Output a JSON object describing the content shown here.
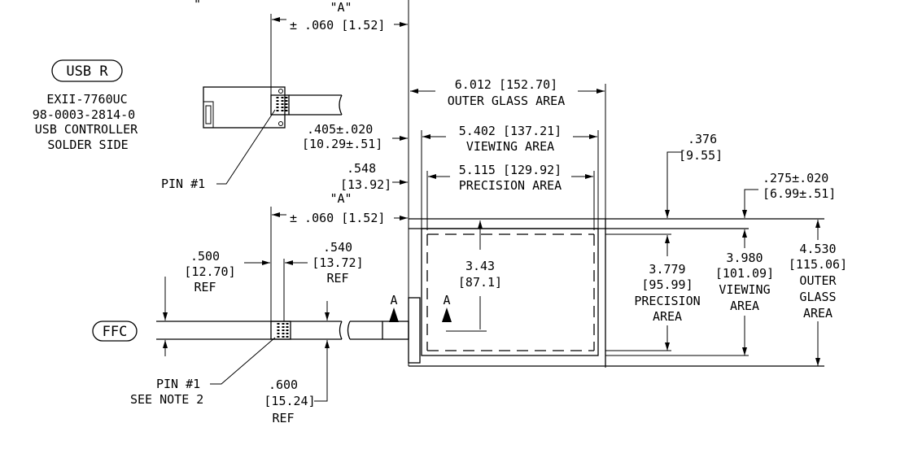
{
  "usb": {
    "label": "USB R",
    "part_number": "EXII-7760UC",
    "drawing_number": "98-0003-2814-0",
    "description_1": "USB CONTROLLER",
    "description_2": "SOLDER SIDE",
    "pin_label": "PIN #1"
  },
  "ffc": {
    "label": "FFC",
    "pin_label": "PIN #1",
    "note": "SEE NOTE 2"
  },
  "dims": {
    "top_quote": "\"",
    "a_top": "\"A\"",
    "a_top_tol": "± .060 [1.52]",
    "d405": ".405±.020",
    "d405_mm": "[10.29±.51]",
    "d548": ".548",
    "d548_mm": "[13.92]",
    "a_mid": "\"A\"",
    "a_mid_tol": "± .060 [1.52]",
    "outer_w": "6.012 [152.70]",
    "outer_w_label": "OUTER GLASS AREA",
    "view_w": "5.402 [137.21]",
    "view_w_label": "VIEWING AREA",
    "prec_w": "5.115 [129.92]",
    "prec_w_label": "PRECISION AREA",
    "d376": ".376",
    "d376_mm": "[9.55]",
    "d275": ".275±.020",
    "d275_mm": "[6.99±.51]",
    "d500": ".500",
    "d500_mm": "[12.70]",
    "d500_ref": "REF",
    "d540": ".540",
    "d540_mm": "[13.72]",
    "d540_ref": "REF",
    "d600": ".600",
    "d600_mm": "[15.24]",
    "d600_ref": "REF",
    "d343": "3.43",
    "d343_mm": "[87.1]",
    "section_a": "A",
    "section_a2": "A",
    "prec_h": "3.779",
    "prec_h_mm": "[95.99]",
    "prec_h_l1": "PRECISION",
    "prec_h_l2": "AREA",
    "view_h": "3.980",
    "view_h_mm": "[101.09]",
    "view_h_l1": "VIEWING",
    "view_h_l2": "AREA",
    "outer_h": "4.530",
    "outer_h_mm": "[115.06]",
    "outer_h_l1": "OUTER",
    "outer_h_l2": "GLASS",
    "outer_h_l3": "AREA"
  }
}
